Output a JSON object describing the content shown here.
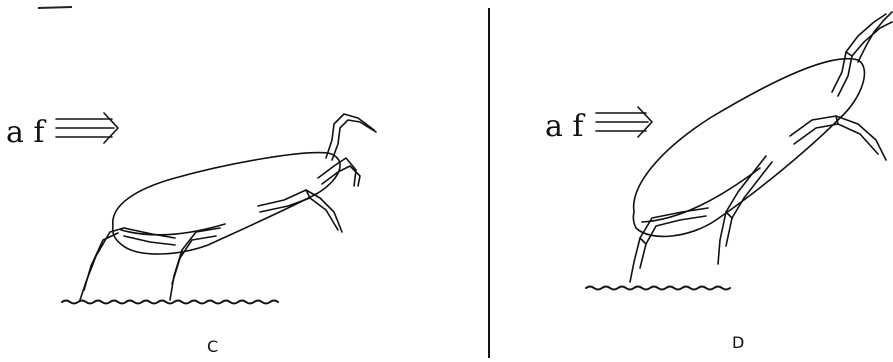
{
  "panels": [
    {
      "id": "C",
      "label": "C",
      "force_label": "a f"
    },
    {
      "id": "D",
      "label": "D",
      "force_label": "a f"
    }
  ],
  "colors": {
    "ink": "#111111",
    "background": "#ffffff"
  }
}
